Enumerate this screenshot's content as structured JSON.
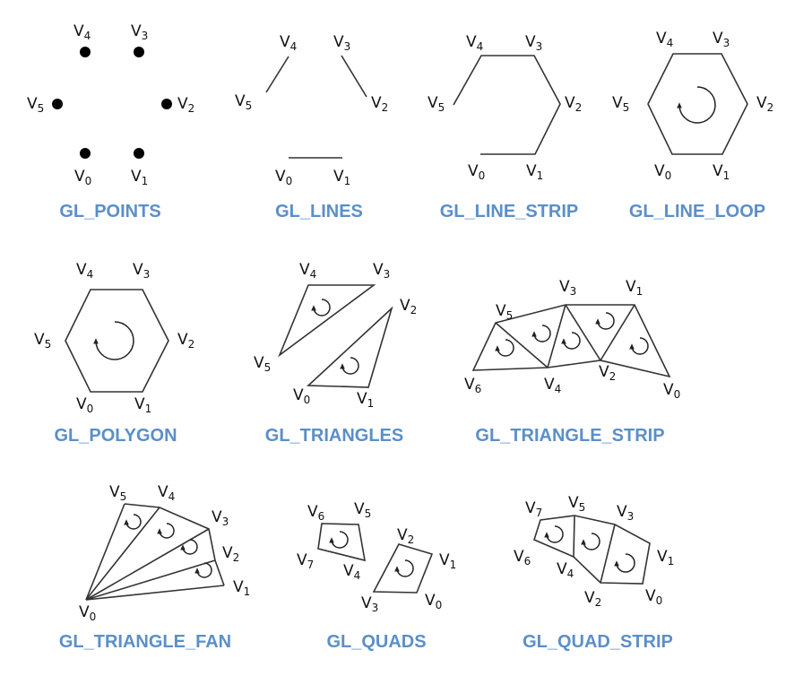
{
  "panels": [
    {
      "id": "points",
      "caption": "GL_POINTS",
      "vertices": [
        {
          "letter": "V",
          "sub": "4"
        },
        {
          "letter": "V",
          "sub": "3"
        },
        {
          "letter": "V",
          "sub": "5"
        },
        {
          "letter": "V",
          "sub": "2"
        },
        {
          "letter": "V",
          "sub": "0"
        },
        {
          "letter": "V",
          "sub": "1"
        }
      ]
    },
    {
      "id": "lines",
      "caption": "GL_LINES",
      "vertices": [
        {
          "letter": "V",
          "sub": "4"
        },
        {
          "letter": "V",
          "sub": "3"
        },
        {
          "letter": "V",
          "sub": "5"
        },
        {
          "letter": "V",
          "sub": "2"
        },
        {
          "letter": "V",
          "sub": "0"
        },
        {
          "letter": "V",
          "sub": "1"
        }
      ]
    },
    {
      "id": "line-strip",
      "caption": "GL_LINE_STRIP",
      "vertices": [
        {
          "letter": "V",
          "sub": "4"
        },
        {
          "letter": "V",
          "sub": "3"
        },
        {
          "letter": "V",
          "sub": "5"
        },
        {
          "letter": "V",
          "sub": "2"
        },
        {
          "letter": "V",
          "sub": "0"
        },
        {
          "letter": "V",
          "sub": "1"
        }
      ]
    },
    {
      "id": "line-loop",
      "caption": "GL_LINE_LOOP",
      "vertices": [
        {
          "letter": "V",
          "sub": "4"
        },
        {
          "letter": "V",
          "sub": "3"
        },
        {
          "letter": "V",
          "sub": "5"
        },
        {
          "letter": "V",
          "sub": "2"
        },
        {
          "letter": "V",
          "sub": "0"
        },
        {
          "letter": "V",
          "sub": "1"
        }
      ]
    },
    {
      "id": "polygon",
      "caption": "GL_POLYGON",
      "vertices": [
        {
          "letter": "V",
          "sub": "4"
        },
        {
          "letter": "V",
          "sub": "3"
        },
        {
          "letter": "V",
          "sub": "5"
        },
        {
          "letter": "V",
          "sub": "2"
        },
        {
          "letter": "V",
          "sub": "0"
        },
        {
          "letter": "V",
          "sub": "1"
        }
      ]
    },
    {
      "id": "triangles",
      "caption": "GL_TRIANGLES",
      "vertices": [
        {
          "letter": "V",
          "sub": "4"
        },
        {
          "letter": "V",
          "sub": "3"
        },
        {
          "letter": "V",
          "sub": "2"
        },
        {
          "letter": "V",
          "sub": "5"
        },
        {
          "letter": "V",
          "sub": "0"
        },
        {
          "letter": "V",
          "sub": "1"
        }
      ]
    },
    {
      "id": "triangle-strip",
      "caption": "GL_TRIANGLE_STRIP",
      "vertices": [
        {
          "letter": "V",
          "sub": "3"
        },
        {
          "letter": "V",
          "sub": "1"
        },
        {
          "letter": "V",
          "sub": "5"
        },
        {
          "letter": "V",
          "sub": "6"
        },
        {
          "letter": "V",
          "sub": "4"
        },
        {
          "letter": "V",
          "sub": "2"
        },
        {
          "letter": "V",
          "sub": "0"
        }
      ]
    },
    {
      "id": "triangle-fan",
      "caption": "GL_TRIANGLE_FAN",
      "vertices": [
        {
          "letter": "V",
          "sub": "5"
        },
        {
          "letter": "V",
          "sub": "4"
        },
        {
          "letter": "V",
          "sub": "3"
        },
        {
          "letter": "V",
          "sub": "2"
        },
        {
          "letter": "V",
          "sub": "1"
        },
        {
          "letter": "V",
          "sub": "0"
        }
      ]
    },
    {
      "id": "quads",
      "caption": "GL_QUADS",
      "vertices": [
        {
          "letter": "V",
          "sub": "6"
        },
        {
          "letter": "V",
          "sub": "5"
        },
        {
          "letter": "V",
          "sub": "7"
        },
        {
          "letter": "V",
          "sub": "4"
        },
        {
          "letter": "V",
          "sub": "2"
        },
        {
          "letter": "V",
          "sub": "1"
        },
        {
          "letter": "V",
          "sub": "3"
        },
        {
          "letter": "V",
          "sub": "0"
        }
      ]
    },
    {
      "id": "quad-strip",
      "caption": "GL_QUAD_STRIP",
      "vertices": [
        {
          "letter": "V",
          "sub": "7"
        },
        {
          "letter": "V",
          "sub": "5"
        },
        {
          "letter": "V",
          "sub": "3"
        },
        {
          "letter": "V",
          "sub": "6"
        },
        {
          "letter": "V",
          "sub": "4"
        },
        {
          "letter": "V",
          "sub": "1"
        },
        {
          "letter": "V",
          "sub": "2"
        },
        {
          "letter": "V",
          "sub": "0"
        }
      ]
    }
  ],
  "colors": {
    "caption": "#5b8fc8",
    "stroke": "#333333",
    "label": "#111111",
    "point": "#000000"
  }
}
